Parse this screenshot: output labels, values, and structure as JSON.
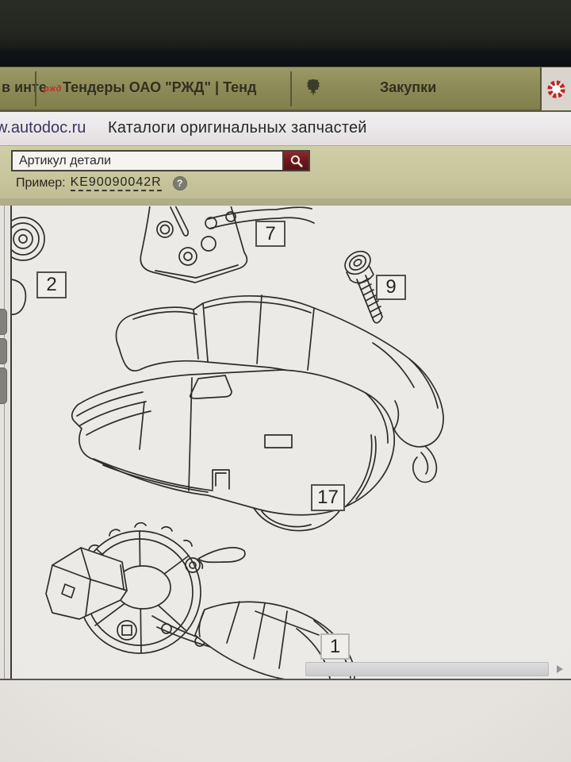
{
  "bookmarks_bar": {
    "partial_label": "в инте",
    "rzd_favicon_text": "ржд",
    "rzd_bookmark_label": "Тендеры ОАО \"РЖД\" | Тенд",
    "zakupki_bookmark_label": "Закупки"
  },
  "header": {
    "site": "w.autodoc.ru",
    "title": "Каталоги оригинальных запчастей"
  },
  "search": {
    "field_value": "Артикул детали",
    "example_label": "Пример:",
    "example_code": "KE90090042R",
    "help_glyph": "?"
  },
  "diagram": {
    "callouts": [
      {
        "number": "2"
      },
      {
        "number": "7"
      },
      {
        "number": "9"
      },
      {
        "number": "17"
      },
      {
        "number": "1"
      }
    ]
  },
  "icons": {
    "search_button": "magnifier-icon",
    "zakupki_favicon": "double-headed-eagle-icon",
    "right_icon": "red-segmented-ring-icon",
    "scrollbar_arrow": "right-arrow-icon"
  },
  "colors": {
    "bookmarks_bar": "#8c8b59",
    "search_panel": "#c8c69d",
    "search_button": "#6e181c",
    "red_icon": "#c4232b",
    "diagram_line": "#2e2d2b"
  }
}
